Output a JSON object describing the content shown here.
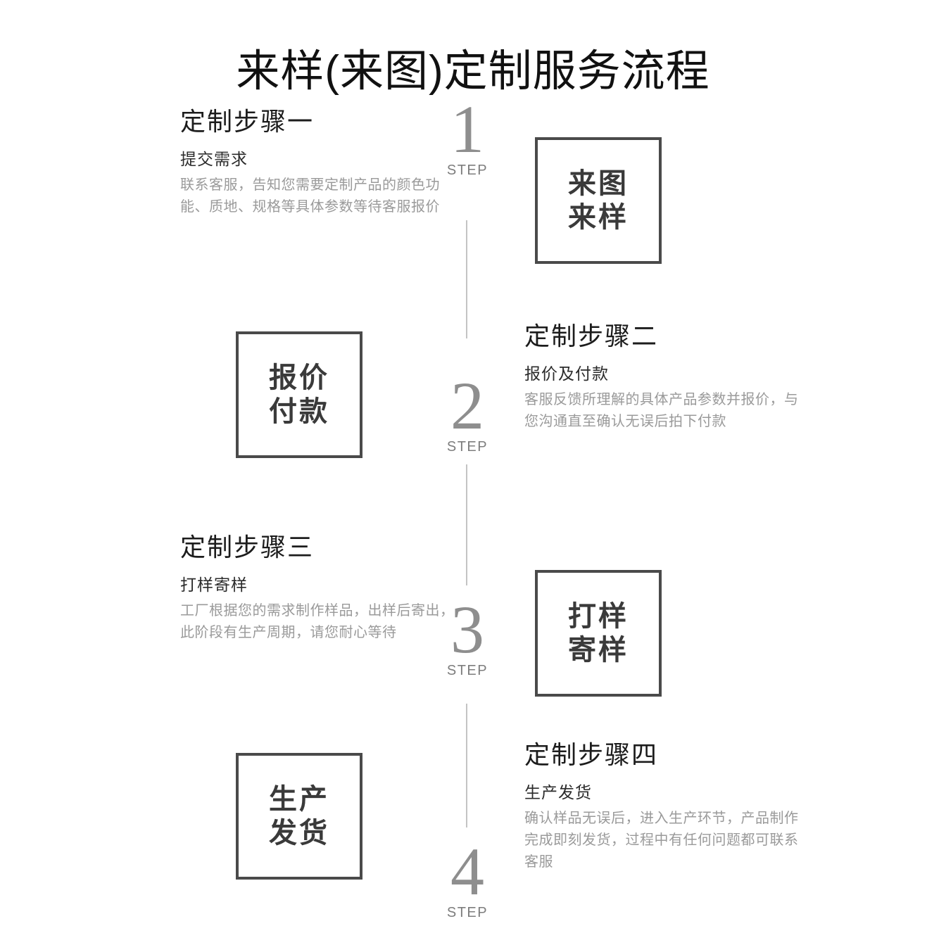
{
  "title": "来样(来图)定制服务流程",
  "step_word": "STEP",
  "colors": {
    "heading": "#1c1c1c",
    "subtitle": "#2b2b2b",
    "description": "#9a9a9a",
    "number": "#8e8e8e",
    "box_border": "#4a4a4a",
    "box_text": "#3a3a3a",
    "connector": "#c4c4c4"
  },
  "steps": [
    {
      "number": "1",
      "heading": "定制步骤一",
      "subtitle": "提交需求",
      "description": "联系客服，告知您需要定制产品的颜色功能、质地、规格等具体参数等待客服报价",
      "box_line1": "来图",
      "box_line2": "来样",
      "side": "text-left"
    },
    {
      "number": "2",
      "heading": "定制步骤二",
      "subtitle": "报价及付款",
      "description": "客服反馈所理解的具体产品参数并报价，与您沟通直至确认无误后拍下付款",
      "box_line1": "报价",
      "box_line2": "付款",
      "side": "text-right"
    },
    {
      "number": "3",
      "heading": "定制步骤三",
      "subtitle": "打样寄样",
      "description": "工厂根据您的需求制作样品，出样后寄出，此阶段有生产周期，请您耐心等待",
      "box_line1": "打样",
      "box_line2": "寄样",
      "side": "text-left"
    },
    {
      "number": "4",
      "heading": "定制步骤四",
      "subtitle": "生产发货",
      "description": "确认样品无误后，进入生产环节，产品制作完成即刻发货，过程中有任何问题都可联系客服",
      "box_line1": "生产",
      "box_line2": "发货",
      "side": "text-right"
    }
  ]
}
